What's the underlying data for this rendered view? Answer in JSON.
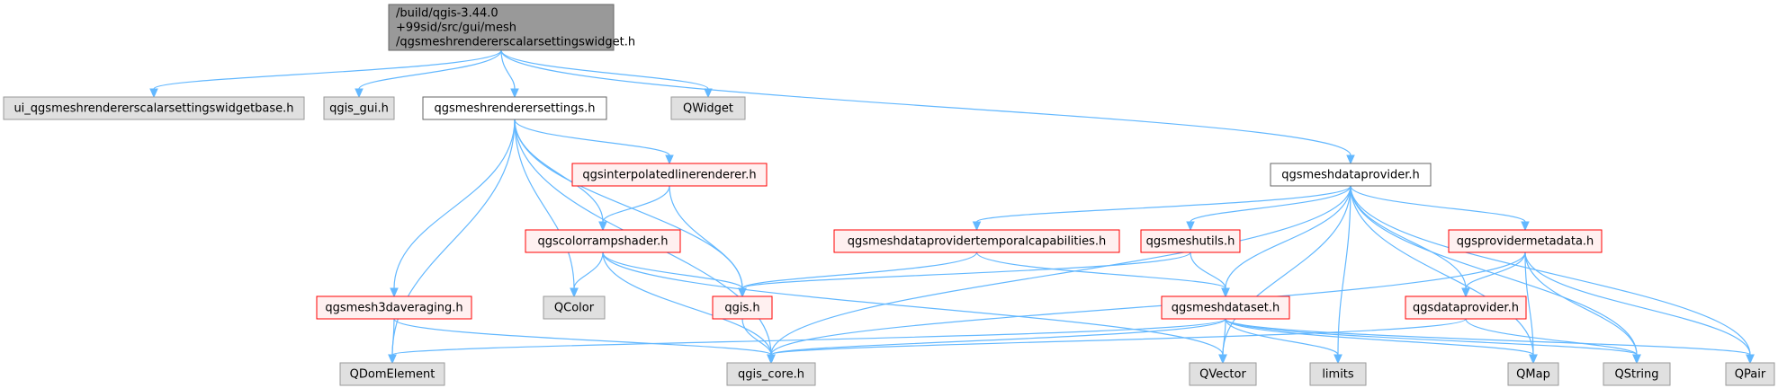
{
  "colors": {
    "edge": "#63b8ff",
    "root_fill": "#999999",
    "root_border": "#666666",
    "plain_fill": "#ffffff",
    "plain_border": "#666666",
    "red_fill": "#fff0f0",
    "red_border": "#ff0000",
    "grey_fill": "#e0e0e0",
    "grey_border": "#999999"
  },
  "nodes": [
    {
      "id": "root",
      "style": "root",
      "lines": [
        "/build/qgis-3.44.0",
        "+99sid/src/gui/mesh",
        "/qgsmeshrendererscalarsettingswidget.h"
      ]
    },
    {
      "id": "ui_base",
      "style": "grey",
      "lines": [
        "ui_qgsmeshrendererscalarsettingswidgetbase.h"
      ]
    },
    {
      "id": "qgis_gui",
      "style": "grey",
      "lines": [
        "qgis_gui.h"
      ]
    },
    {
      "id": "rendersettings",
      "style": "plain",
      "lines": [
        "qgsmeshrenderersettings.h"
      ]
    },
    {
      "id": "qwidget",
      "style": "grey",
      "lines": [
        "QWidget"
      ]
    },
    {
      "id": "dataprovider",
      "style": "plain",
      "lines": [
        "qgsmeshdataprovider.h"
      ]
    },
    {
      "id": "interp",
      "style": "red",
      "lines": [
        "qgsinterpolatedlinerenderer.h"
      ]
    },
    {
      "id": "colorramp",
      "style": "red",
      "lines": [
        "qgscolorrampshader.h"
      ]
    },
    {
      "id": "temporal",
      "style": "red",
      "lines": [
        "qgsmeshdataprovidertemporalcapabilities.h"
      ]
    },
    {
      "id": "meshutils",
      "style": "red",
      "lines": [
        "qgsmeshutils.h"
      ]
    },
    {
      "id": "providermeta",
      "style": "red",
      "lines": [
        "qgsprovidermetadata.h"
      ]
    },
    {
      "id": "averaging",
      "style": "red",
      "lines": [
        "qgsmesh3daveraging.h"
      ]
    },
    {
      "id": "qcolor",
      "style": "grey",
      "lines": [
        "QColor"
      ]
    },
    {
      "id": "qgis_h",
      "style": "red",
      "lines": [
        "qgis.h"
      ]
    },
    {
      "id": "dataset",
      "style": "red",
      "lines": [
        "qgsmeshdataset.h"
      ]
    },
    {
      "id": "qgsdataprovider",
      "style": "red",
      "lines": [
        "qgsdataprovider.h"
      ]
    },
    {
      "id": "qdomelement",
      "style": "grey",
      "lines": [
        "QDomElement"
      ]
    },
    {
      "id": "qgis_core",
      "style": "grey",
      "lines": [
        "qgis_core.h"
      ]
    },
    {
      "id": "qvector",
      "style": "grey",
      "lines": [
        "QVector"
      ]
    },
    {
      "id": "limits",
      "style": "grey",
      "lines": [
        "limits"
      ]
    },
    {
      "id": "qmap",
      "style": "grey",
      "lines": [
        "QMap"
      ]
    },
    {
      "id": "qstring",
      "style": "grey",
      "lines": [
        "QString"
      ]
    },
    {
      "id": "qpair",
      "style": "grey",
      "lines": [
        "QPair"
      ]
    }
  ],
  "edges": [
    [
      "root",
      "ui_base"
    ],
    [
      "root",
      "qgis_gui"
    ],
    [
      "root",
      "rendersettings"
    ],
    [
      "root",
      "qwidget"
    ],
    [
      "root",
      "dataprovider"
    ],
    [
      "rendersettings",
      "interp"
    ],
    [
      "rendersettings",
      "colorramp"
    ],
    [
      "rendersettings",
      "averaging"
    ],
    [
      "rendersettings",
      "qcolor"
    ],
    [
      "rendersettings",
      "qgis_h"
    ],
    [
      "rendersettings",
      "qdomelement"
    ],
    [
      "rendersettings",
      "qgis_core"
    ],
    [
      "interp",
      "colorramp"
    ],
    [
      "interp",
      "qgis_h"
    ],
    [
      "colorramp",
      "qcolor"
    ],
    [
      "colorramp",
      "qgis_h"
    ],
    [
      "colorramp",
      "qgis_core"
    ],
    [
      "colorramp",
      "qvector"
    ],
    [
      "averaging",
      "qdomelement"
    ],
    [
      "averaging",
      "qgis_core"
    ],
    [
      "qgis_h",
      "qgis_core"
    ],
    [
      "dataprovider",
      "temporal"
    ],
    [
      "dataprovider",
      "meshutils"
    ],
    [
      "dataprovider",
      "providermeta"
    ],
    [
      "dataprovider",
      "dataset"
    ],
    [
      "dataprovider",
      "qgsdataprovider"
    ],
    [
      "dataprovider",
      "qgis_core"
    ],
    [
      "dataprovider",
      "qvector"
    ],
    [
      "dataprovider",
      "limits"
    ],
    [
      "dataprovider",
      "qmap"
    ],
    [
      "dataprovider",
      "qstring"
    ],
    [
      "dataprovider",
      "qpair"
    ],
    [
      "temporal",
      "qgis_h"
    ],
    [
      "temporal",
      "dataset"
    ],
    [
      "meshutils",
      "qgis_h"
    ],
    [
      "meshutils",
      "dataset"
    ],
    [
      "providermeta",
      "qgsdataprovider"
    ],
    [
      "providermeta",
      "qgis_core"
    ],
    [
      "providermeta",
      "qmap"
    ],
    [
      "providermeta",
      "qstring"
    ],
    [
      "providermeta",
      "qpair"
    ],
    [
      "dataset",
      "qdomelement"
    ],
    [
      "dataset",
      "qgis_core"
    ],
    [
      "dataset",
      "qvector"
    ],
    [
      "dataset",
      "limits"
    ],
    [
      "dataset",
      "qmap"
    ],
    [
      "dataset",
      "qstring"
    ],
    [
      "dataset",
      "qpair"
    ],
    [
      "qgsdataprovider",
      "qgis_core"
    ],
    [
      "qgsdataprovider",
      "qstring"
    ]
  ]
}
